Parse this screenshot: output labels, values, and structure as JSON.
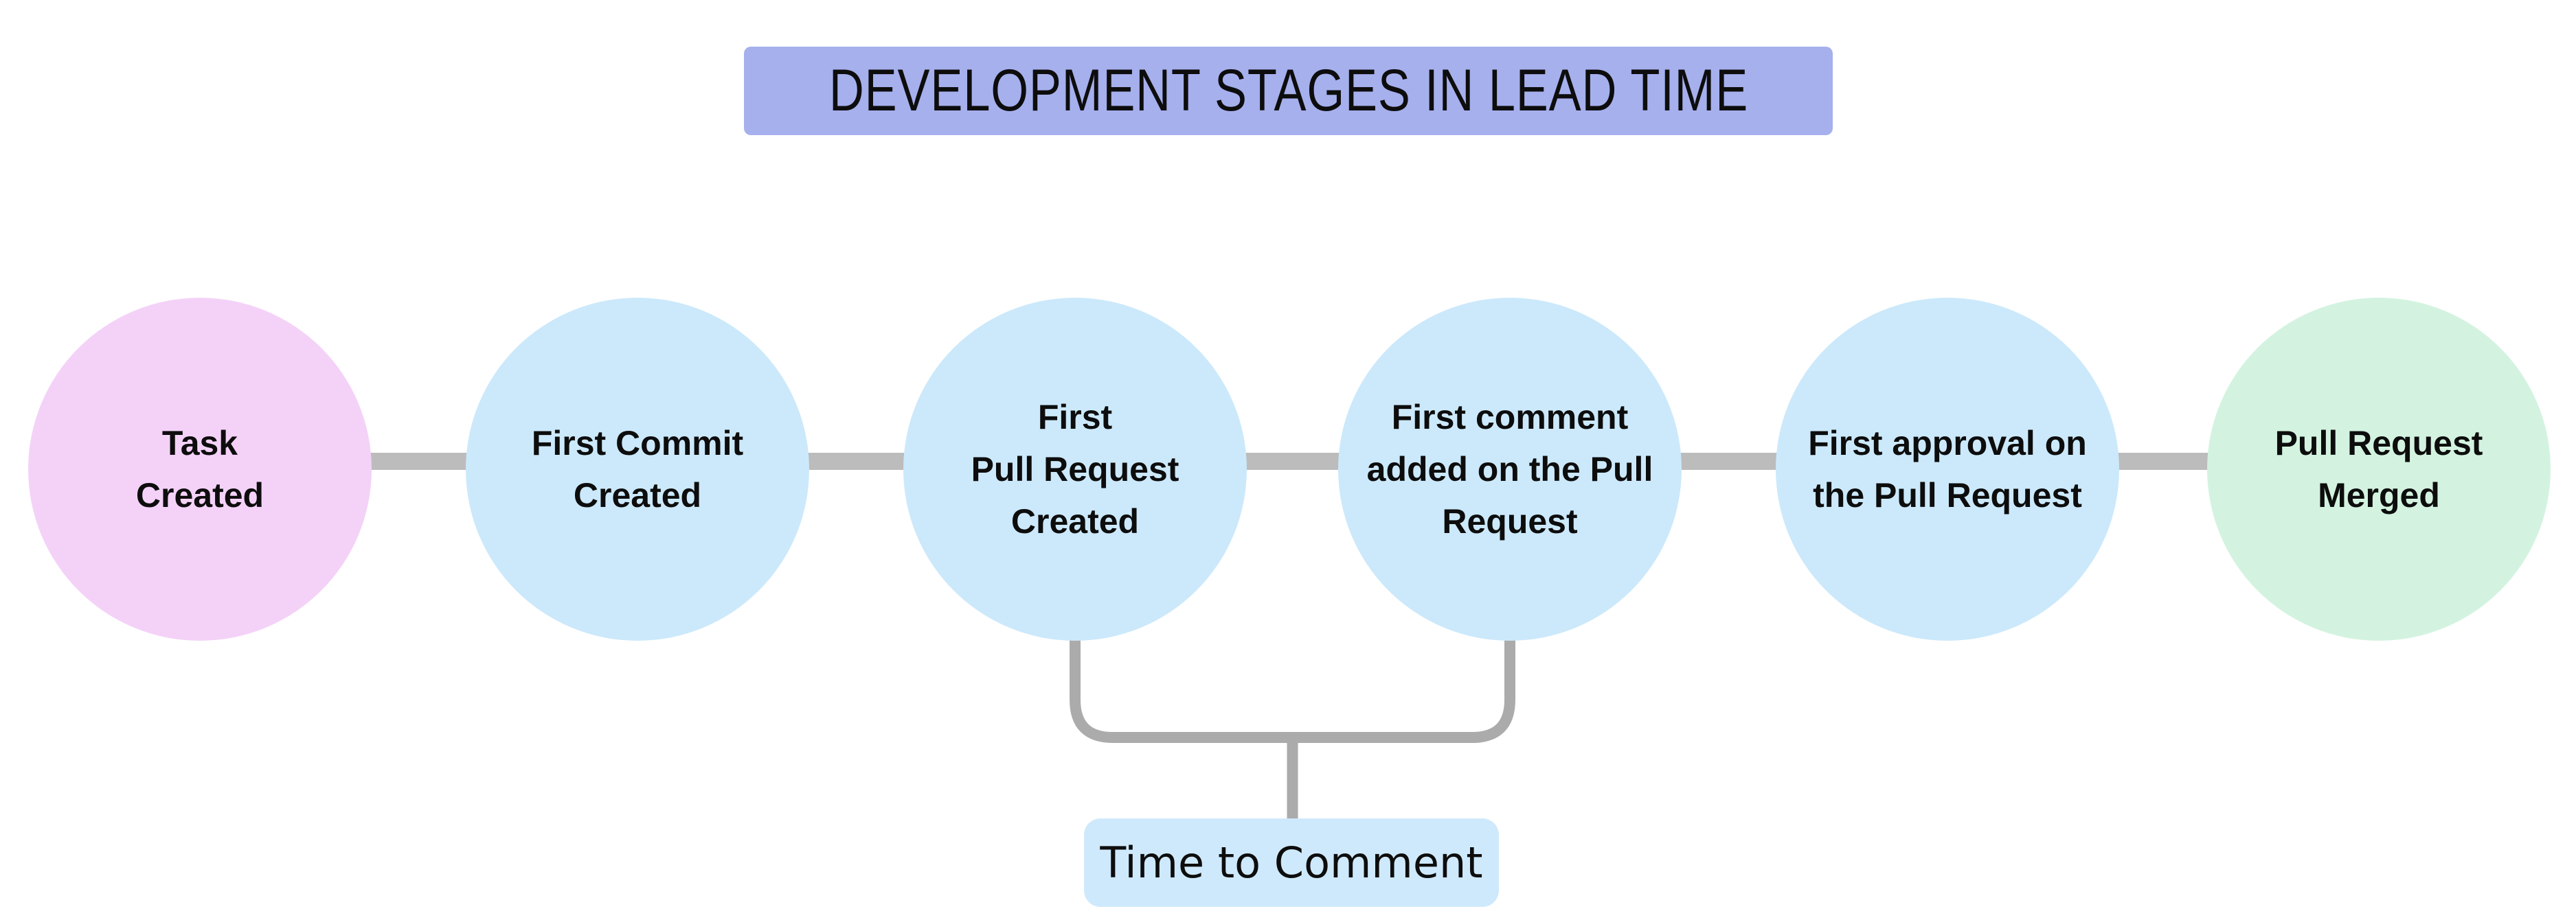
{
  "title": {
    "text": "DEVELOPMENT STAGES IN LEAD TIME",
    "bg": "#a6b0ed",
    "text_color": "#0d0d0d"
  },
  "stages": [
    {
      "label": "Task\nCreated",
      "color": "#f4d2f8"
    },
    {
      "label": "First Commit\nCreated",
      "color": "#cce9fb"
    },
    {
      "label": "First\nPull Request\nCreated",
      "color": "#cce9fb"
    },
    {
      "label": "First comment\nadded on the Pull\nRequest",
      "color": "#cce9fb"
    },
    {
      "label": "First approval on\nthe Pull Request",
      "color": "#cce9fb"
    },
    {
      "label": "Pull Request\nMerged",
      "color": "#d3f3e0"
    }
  ],
  "connector": {
    "color": "#bcbcbc"
  },
  "bracket": {
    "label": "Time to Comment",
    "label_bg": "#cfe9fc",
    "line_color": "#ababab"
  }
}
